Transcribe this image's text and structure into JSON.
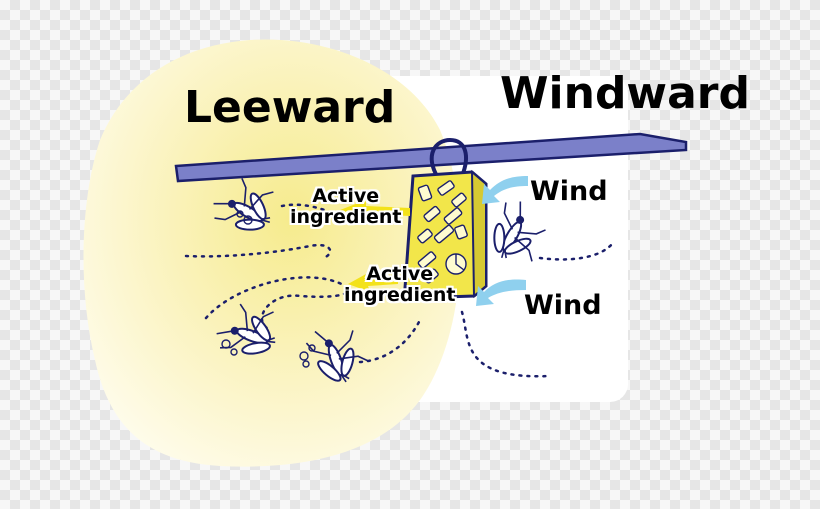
{
  "labels": {
    "leeward": "Leeward",
    "windward": "Windward",
    "wind_top": "Wind",
    "wind_bottom": "Wind",
    "active_top_line1": "Active",
    "active_top_line2": "ingredient",
    "active_bottom_line1": "Active",
    "active_bottom_line2": "ingredient"
  },
  "colors": {
    "leeward_glow": "#fbf3b8",
    "panel": "#ffffff",
    "rod": "#7b80c9",
    "rod_outline": "#1b1f6b",
    "device": "#f2e64a",
    "device_outline": "#1b1f6b",
    "wind_arrow": "#8fd0ee",
    "ingredient_arrow": "#f3e21a",
    "flight_path": "#1b1f6b",
    "mosquito": "#1b1f6b"
  },
  "icons": [
    "mosquito-icon",
    "wind-arrow-icon",
    "ingredient-arrow-icon",
    "repellent-device-icon"
  ]
}
